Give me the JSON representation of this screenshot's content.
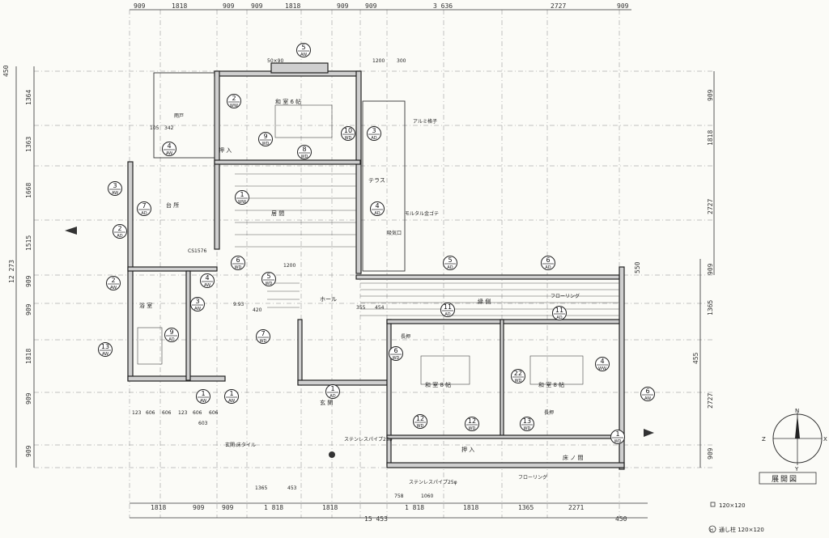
{
  "dims_top": [
    "909",
    "1818",
    "909",
    "909",
    "1818",
    "909",
    "909",
    "3 636",
    "2727",
    "909"
  ],
  "dims_bottom": [
    "1818",
    "909",
    "909",
    "1 818",
    "1818",
    "1 818",
    "1818",
    "1365",
    "2271"
  ],
  "dim_total_bottom": "15 453",
  "dim_total_bottom_right": "450",
  "dims_left": [
    "450",
    "1364",
    "1363",
    "1668",
    "1515",
    "909",
    "909",
    "1818",
    "909",
    "909"
  ],
  "dim_total_left": "12 273",
  "dims_right_upper": [
    "909",
    "1818",
    "2727"
  ],
  "dims_right_lower": [
    "550",
    "909",
    "1365",
    "455",
    "2727",
    "909"
  ],
  "dims_inner": [
    "50×90",
    "1200",
    "300",
    "105",
    "342",
    "1200",
    "355",
    "454",
    "9.93",
    "420",
    "1365",
    "453",
    "758",
    "1060",
    "123",
    "606",
    "606",
    "603",
    "123",
    "606",
    "606"
  ],
  "rooms": {
    "washitsu6": "和 室 6 帖",
    "washitsu8a": "和 室 8 帖",
    "washitsu8b": "和 室 8 帖",
    "living": "居 間",
    "engawa": "縁 側",
    "hall": "ホール",
    "genkan": "玄 関",
    "kitchen": "台 所",
    "bath": "浴 室",
    "terrace": "テラス",
    "oshiire": "押 入",
    "oshiire2": "押 入",
    "toko": "床 ノ 間"
  },
  "notes": {
    "n1": "アルミ格子",
    "n2": "モルタル金ゴテ",
    "n3": "フローリング",
    "n4": "長押",
    "n5": "CS1576",
    "n6": "ステンレスパイプ25φ",
    "n7": "ステンレスパイプ25φ",
    "n8": "吸気口",
    "n9": "フローリング",
    "n10": "長押",
    "n11": "玄関:床タイル",
    "n12": "雨戸"
  },
  "tags": [
    {
      "n": "5",
      "t": "AW"
    },
    {
      "n": "2",
      "t": "WW"
    },
    {
      "n": "10",
      "t": "WD"
    },
    {
      "n": "3",
      "t": "AD"
    },
    {
      "n": "9",
      "t": "WD"
    },
    {
      "n": "8",
      "t": "WD"
    },
    {
      "n": "4",
      "t": "AW"
    },
    {
      "n": "3",
      "t": "AW"
    },
    {
      "n": "7",
      "t": "AD"
    },
    {
      "n": "1",
      "t": "WW"
    },
    {
      "n": "4",
      "t": "AD"
    },
    {
      "n": "2",
      "t": "AD"
    },
    {
      "n": "6",
      "t": "WD"
    },
    {
      "n": "5",
      "t": "AD"
    },
    {
      "n": "6",
      "t": "AD"
    },
    {
      "n": "2",
      "t": "AW"
    },
    {
      "n": "4",
      "t": "AW"
    },
    {
      "n": "5",
      "t": "WD"
    },
    {
      "n": "3",
      "t": "AW"
    },
    {
      "n": "11",
      "t": "AD"
    },
    {
      "n": "11",
      "t": "AD"
    },
    {
      "n": "9",
      "t": "AD"
    },
    {
      "n": "7",
      "t": "WD"
    },
    {
      "n": "13",
      "t": "AW"
    },
    {
      "n": "6",
      "t": "WD"
    },
    {
      "n": "22",
      "t": "WD"
    },
    {
      "n": "4",
      "t": "WW"
    },
    {
      "n": "6",
      "t": "AW"
    },
    {
      "n": "1",
      "t": "AW"
    },
    {
      "n": "1",
      "t": "AW"
    },
    {
      "n": "1",
      "t": "AD"
    },
    {
      "n": "12",
      "t": "WD"
    },
    {
      "n": "12",
      "t": "WD"
    },
    {
      "n": "13",
      "t": "WD"
    },
    {
      "n": "1",
      "t": "WD"
    }
  ],
  "compass": {
    "n": "N",
    "s": "Y",
    "w": "Z",
    "e": "X"
  },
  "title": "展開図",
  "legend1": "120×120",
  "legend2": "通し柱 120×120",
  "legend2_mark": "H"
}
